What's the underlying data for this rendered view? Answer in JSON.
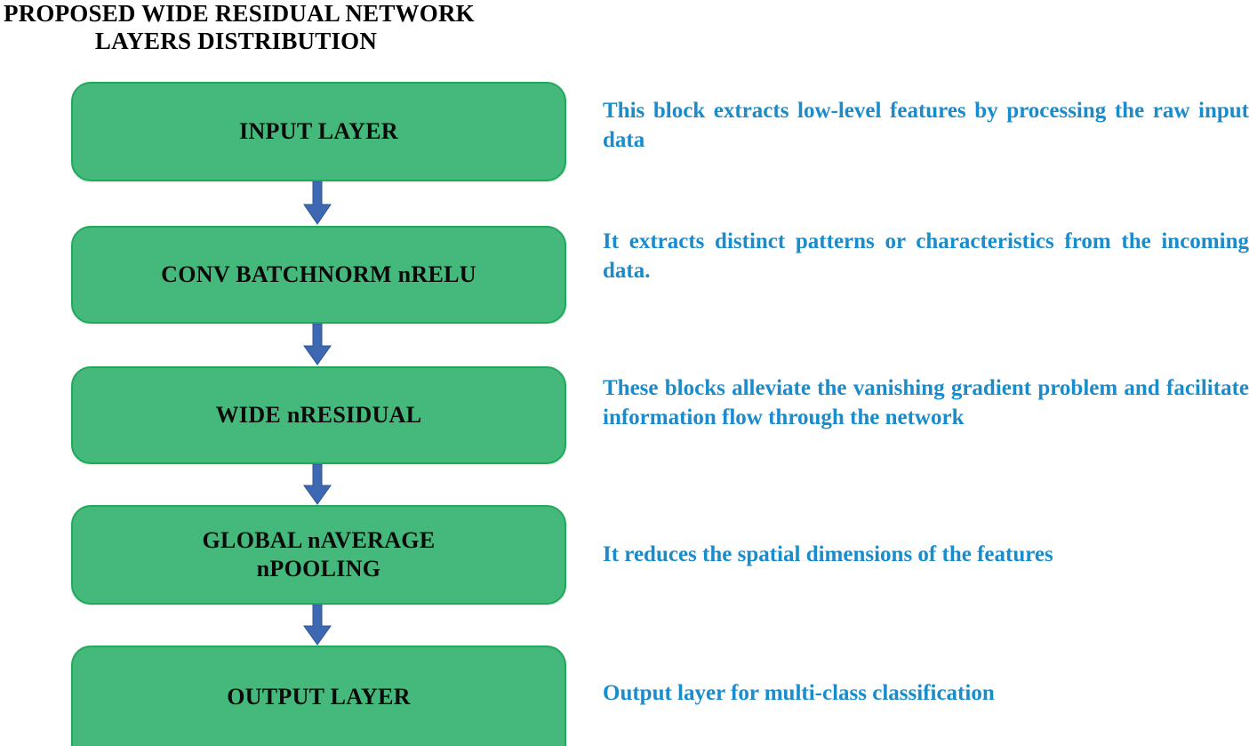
{
  "title": {
    "line1": "PROPOSED WIDE RESIDUAL NETWORK",
    "line2": "LAYERS DISTRIBUTION"
  },
  "colors": {
    "node_fill": "#45b97c",
    "node_border": "#1faa5b",
    "arrow": "#3e68b2",
    "description_text": "#1b8ccb",
    "title_text": "#000000",
    "background": "#ffffff"
  },
  "flow": {
    "nodes": [
      {
        "label": "INPUT LAYER",
        "description": "This block extracts low-level features by processing the raw input data"
      },
      {
        "label": "CONV BATCHNORM nRELU",
        "description": "It extracts distinct patterns or characteristics from the incoming data."
      },
      {
        "label": "WIDE nRESIDUAL",
        "description": "These blocks alleviate the vanishing gradient problem and facilitate information flow through the network"
      },
      {
        "label": "GLOBAL nAVERAGE\nnPOOLING",
        "description": "It reduces the spatial dimensions of the features"
      },
      {
        "label": "OUTPUT LAYER",
        "description": "Output layer for multi-class classification"
      }
    ],
    "arrow_count": 4,
    "arrow_direction": "down"
  }
}
